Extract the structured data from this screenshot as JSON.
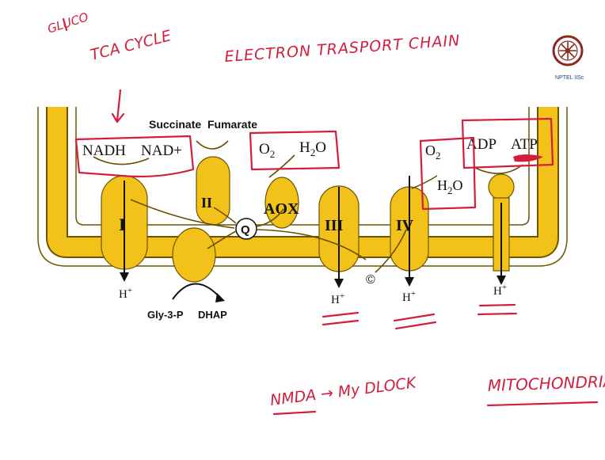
{
  "logo": {
    "caption": "NPTEL IISc"
  },
  "handwriting": {
    "top_left_1": "GLUCO",
    "top_left_2": "TCA CYCLE",
    "title": "ELECTRON TRASPORT CHAIN",
    "bottom_left": "NMDA → My DLOCK",
    "bottom_right": "MITOCHONDRIA"
  },
  "diagram": {
    "substrates": {
      "succinate": "Succinate",
      "fumarate": "Fumarate",
      "nadh": "NADH",
      "nad": "NAD+",
      "o2_aox": "O2",
      "h2o_aox": "H2O",
      "o2_iv": "O2",
      "h2o_iv": "H2O",
      "adp": "ADP",
      "atp": "ATP",
      "gly3p": "Gly-3-P",
      "dhap": "DHAP"
    },
    "complexes": {
      "complex_i": "I",
      "complex_ii": "II",
      "complex_iii": "III",
      "complex_iv": "IV",
      "aox": "AOX",
      "quinone": "Q",
      "cytochrome_c": "©"
    },
    "protons": {
      "h_i": "H+",
      "h_iii": "H+",
      "h_iv": "H+",
      "h_atp": "H+"
    }
  },
  "colors": {
    "membrane": "#f2c21b",
    "ink": "#d21e3c",
    "outline": "#6b5600"
  }
}
